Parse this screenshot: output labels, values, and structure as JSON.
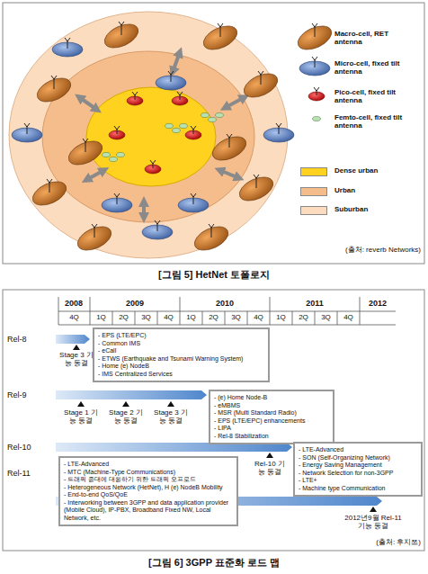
{
  "diagram": {
    "nodes": [
      {
        "text": [
          "- EPS (LTE/EPC)",
          "- Common IMS",
          "- eCall",
          "- ETWS (Earthquake and Tsunami Warning System)",
          "- Home (e) NodeB",
          "- IMS Centralized Services"
        ]
      },
      {
        "text": [
          "- (e) Home Node-B",
          "- eMBMS",
          "- MSR (Multi Standard Radio)",
          "- EPS (LTE/EPC) enhancements",
          "- LIPA",
          "- Rel-8 Stabilization"
        ]
      },
      {
        "text": [
          "- LTE-Advanced",
          "- SON (Self-Organizing Network)",
          "- Energy Saving Management",
          "- Network Selection for non-3GPP",
          "- LTE+",
          "- Machine type Communication"
        ]
      },
      {
        "text": [
          "- LTE-Advanced",
          "- MTC (Machine-Type Communications)",
          "- 트래픽 증대에 대응하기 위한 트래픽 오프로드",
          "- Heterogeneous Network (HetNet), H (e) NodeB Mobility",
          "- End-to-end QoS/QoE",
          "- Interworking between 3GPP and data application provider (Mobile Cloud), IP-PBX, Broadband Fixed NW, Local Network, etc."
        ]
      }
    ],
    "labels": [
      "(출처: reverb Networks)",
      "[그림 5] HetNet 토폴로지",
      "2008",
      "2009",
      "2010",
      "2011",
      "2012",
      "4Q",
      "1Q",
      "2Q",
      "3Q",
      "4Q",
      "1Q",
      "2Q",
      "3Q",
      "4Q",
      "1Q",
      "2Q",
      "3Q",
      "4Q",
      "Rel-8",
      "Stage 3 기능 동결",
      "Rel-9",
      "Stage 1 기능 동결",
      "Stage 2 기능 동결",
      "Stage 3 기능 동결",
      "Rel-10",
      "Rel-10 기능 동결",
      "Rel-11",
      "2012년9월 Rel-11 기능 동결",
      "(출처: 후지쯔)",
      "[그림 6] 3GPP 표준화 로드 맵"
    ],
    "legend": [
      {
        "text": "Macro-cell, RET antenna"
      },
      {
        "text": "Micro-cell, fixed tilt antenna"
      },
      {
        "text": "Pico-cell, fixed tilt antenna"
      },
      {
        "text": "Femto-cell, fixed tilt antenna"
      },
      {
        "text": "Dense urban",
        "color": "#ffd21f"
      },
      {
        "text": "Urban",
        "color": "#f6bd8c"
      },
      {
        "text": "Suburban",
        "color": "#fcdcbf"
      }
    ]
  }
}
